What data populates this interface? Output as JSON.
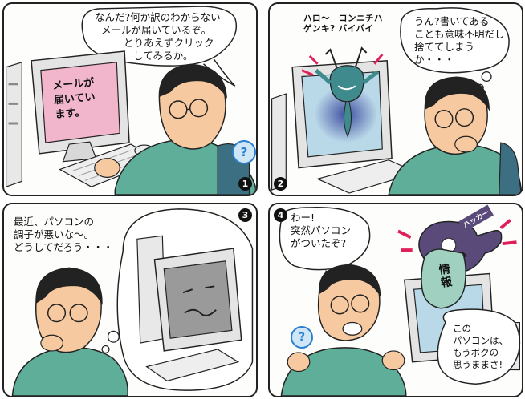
{
  "panels": [
    {
      "number": "1",
      "speech": [
        "なんだ?何か訳のわからない",
        "メールが届いているぞ。",
        "とりあえずクリック",
        "してみるか。"
      ],
      "screen_text": [
        "メールが",
        "届いてい",
        "ます。"
      ],
      "help_badge": "?"
    },
    {
      "number": "2",
      "thought": [
        "うん?書いてある",
        "ことも意味不明だし",
        "捨ててしまうか・・・"
      ],
      "creature_speech": [
        "ハロ〜　コンニチハ",
        "ゲンキ? バイバイ"
      ]
    },
    {
      "number": "3",
      "thought": [
        "最近、パソコンの",
        "調子が悪いな〜。",
        "どうしてだろう・・・"
      ]
    },
    {
      "number": "4",
      "speech": [
        "わー!",
        "突然パソコン",
        "がついたぞ?"
      ],
      "thief_speech": [
        "この",
        "パソコンは、",
        "もうボクの",
        "思うままさ!"
      ],
      "bag_label": "情報",
      "hacker_label": "ハッカー",
      "help_badge": "?"
    }
  ],
  "colors": {
    "shirt": "#5fae9a",
    "skin": "#f7c9a0",
    "screen_pink": "#f2b6cc",
    "creature": "#3f8a8c",
    "thief": "#5a4a7a",
    "accent_red": "#e0205a",
    "help_blue": "#2a7fd0",
    "bag": "#9fd0c0"
  }
}
